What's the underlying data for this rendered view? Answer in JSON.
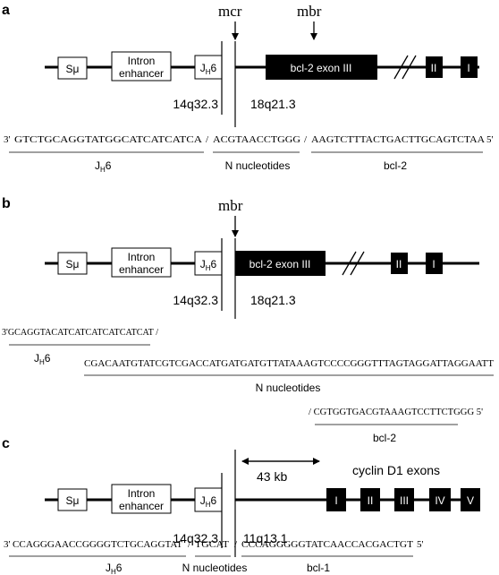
{
  "panel_a": {
    "label": "a",
    "mcr": "mcr",
    "mbr": "mbr",
    "s_mu": "Sμ",
    "intron_l1": "Intron",
    "intron_l2": "enhancer",
    "jh_j": "J",
    "jh_h": "H",
    "jh_6": "6",
    "exon3": "bcl-2 exon III",
    "exon2": "II",
    "exon1": "I",
    "locus_left": "14q32.3",
    "locus_right": "18q21.3",
    "seq_end3": "3'",
    "seq_jh": "GTCTGCAGGTATGGCATCATCATCA",
    "seq_sep1": "/",
    "seq_n": "ACGTAACCTGGG",
    "seq_sep2": "/",
    "seq_bcl": "AAGTCTTTACTGACTTGCAGTCTAA",
    "seq_end5": "5'",
    "lbl_jh_j": "J",
    "lbl_jh_h": "H",
    "lbl_jh_6": "6",
    "lbl_n": "N nucleotides",
    "lbl_bcl": "bcl-2"
  },
  "panel_b": {
    "label": "b",
    "mbr": "mbr",
    "s_mu": "Sμ",
    "intron_l1": "Intron",
    "intron_l2": "enhancer",
    "jh_j": "J",
    "jh_h": "H",
    "jh_6": "6",
    "exon3": "bcl-2 exon III",
    "exon2": "II",
    "exon1": "I",
    "locus_left": "14q32.3",
    "locus_right": "18q21.3",
    "seq_jh": "3'GCAGGTACATCATCATCATCATCAT /",
    "lbl_jh_j": "J",
    "lbl_jh_h": "H",
    "lbl_jh_6": "6",
    "seq_n": "CGACAATGTATCGTCGACCATGATGATGTTATAAAGTCCCCGGGTTTAGTAGGATTAGGAATT",
    "lbl_n": "N nucleotides",
    "seq_bcl": "/ CGTGGTGACGTAAAGTCCTTCTGGG 5'",
    "lbl_bcl": "bcl-2"
  },
  "panel_c": {
    "label": "c",
    "distance": "43 kb",
    "cyclin_title": "cyclin D1 exons",
    "s_mu": "Sμ",
    "intron_l1": "Intron",
    "intron_l2": "enhancer",
    "jh_j": "J",
    "jh_h": "H",
    "jh_6": "6",
    "exon_i": "I",
    "exon_ii": "II",
    "exon_iii": "III",
    "exon_iv": "IV",
    "exon_v": "V",
    "locus_left": "14q32.3",
    "locus_right": "11q13.1",
    "seq_end3": "3'",
    "seq_jh": "CCAGGGAACCGGGGTCTGCAGGTAT",
    "seq_sep1": "/",
    "seq_n": "TGCAT",
    "seq_sep2": "/",
    "seq_bcl": "CCCAGGGGGTATCAACCACGACTGT",
    "seq_end5": "5'",
    "lbl_jh_j": "J",
    "lbl_jh_h": "H",
    "lbl_jh_6": "6",
    "lbl_n": "N nucleotides",
    "lbl_bcl": "bcl-1"
  }
}
